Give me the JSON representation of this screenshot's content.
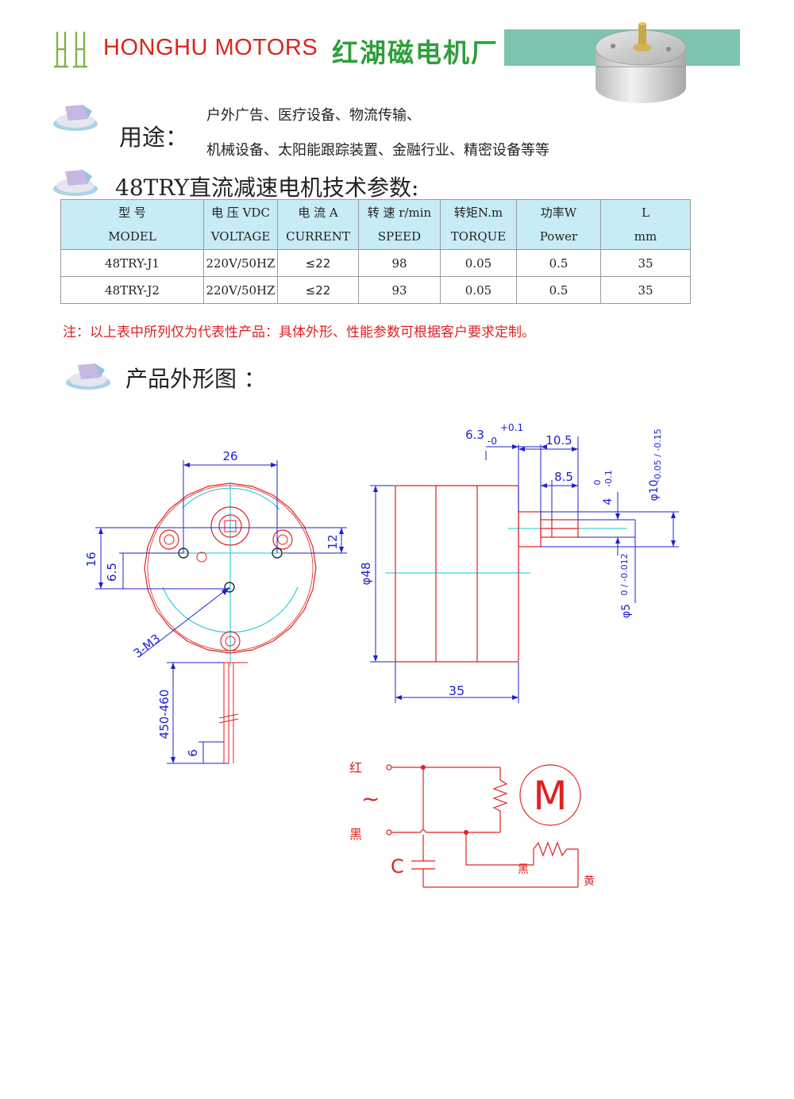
{
  "header": {
    "brand_en": "HONGHU MOTORS",
    "brand_cn": "红湖磁电机厂",
    "logo_color": "#7fb34a",
    "brand_en_color": "#d9261c",
    "brand_cn_color": "#2f9e3d",
    "band_color": "#7ec4b0"
  },
  "usage": {
    "label": "用途：",
    "line1": "户外广告、医疗设备、物流传输、",
    "line2": "机械设备、太阳能跟踪装置、金融行业、精密设备等等"
  },
  "params": {
    "title": "48TRY直流减速电机技术参数:",
    "headers": [
      {
        "cn": "型 号",
        "en": "MODEL"
      },
      {
        "cn": "电 压 VDC",
        "en": "VOLTAGE"
      },
      {
        "cn": "电 流 A",
        "en": "CURRENT"
      },
      {
        "cn": "转 速 r/min",
        "en": "SPEED"
      },
      {
        "cn": "转矩N.m",
        "en": "TORQUE"
      },
      {
        "cn": "功率W",
        "en": "Power"
      },
      {
        "cn": "L",
        "en": "mm"
      }
    ],
    "rows": [
      [
        "48TRY-J1",
        "220V/50HZ",
        "≤22",
        "98",
        "0.05",
        "0.5",
        "35"
      ],
      [
        "48TRY-J2",
        "220V/50HZ",
        "≤22",
        "93",
        "0.05",
        "0.5",
        "35"
      ]
    ],
    "header_bg": "#c7ecf6"
  },
  "note": "注：以上表中所列仅为代表性产品：具体外形、性能参数可根据客户要求定制。",
  "outline": {
    "title": "产品外形图 ："
  },
  "drawing": {
    "front": {
      "dim_26": "26",
      "dim_16": "16",
      "dim_6_5": "6.5",
      "dim_12": "12",
      "screws": "3-M3",
      "lead_length": "450-460",
      "dim_6": "6"
    },
    "side": {
      "shaft_len": "6.3",
      "shaft_tol_upper": "+0.1",
      "shaft_tol_lower": "-0",
      "dim_10_5": "10.5",
      "dim_8_5": "8.5",
      "flat": "4",
      "flat_tol_upper": "0",
      "flat_tol_lower": "-0.1",
      "dia_10": "φ10",
      "dia_10_tol": "-0.05 / -0.15",
      "dia_48": "φ48",
      "dia_5": "φ5",
      "dia_5_tol": "0 / -0.012",
      "length_35": "35"
    },
    "wiring": {
      "red": "红",
      "black": "黑",
      "ac": "~",
      "capacitor": "C",
      "motor": "M",
      "black2": "黑",
      "yellow": "黄"
    },
    "colors": {
      "outline": "#e02020",
      "dimension": "#2020d0",
      "center": "#10c8d0"
    }
  }
}
